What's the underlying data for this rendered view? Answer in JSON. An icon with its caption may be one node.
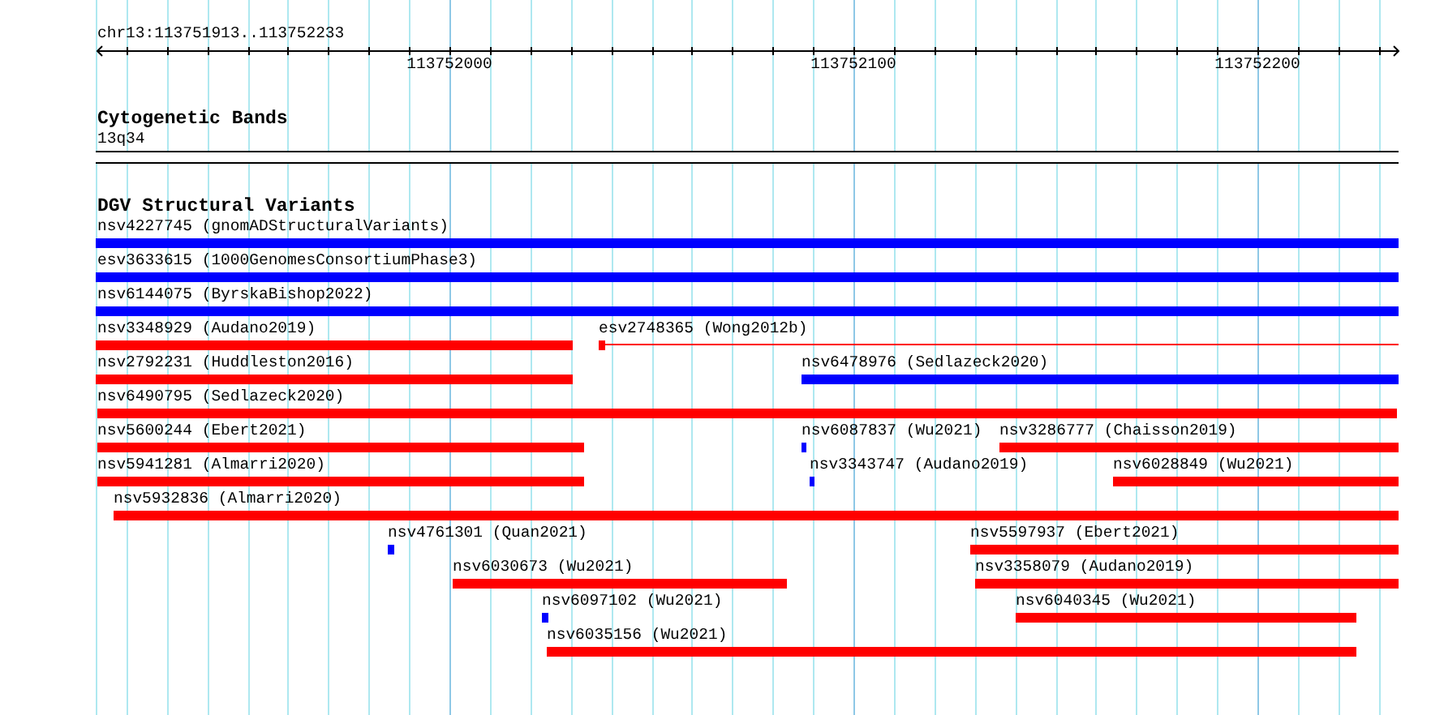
{
  "diagram": {
    "nodes": [
      {
        "text": [
          "13q34"
        ]
      },
      {
        "text": [
          "nsv4227745 (gnomADStructuralVariants)"
        ]
      },
      {
        "text": [
          "esv3633615 (1000GenomesConsortiumPhase3)"
        ]
      },
      {
        "text": [
          "nsv6144075 (ByrskaBishop2022)"
        ]
      },
      {
        "text": [
          "nsv3348929 (Audano2019)"
        ]
      },
      {
        "text": [
          "esv2748365 (Wong2012b)"
        ]
      },
      {
        "text": [
          "nsv2792231 (Huddleston2016)"
        ]
      },
      {
        "text": [
          "nsv6478976 (Sedlazeck2020)"
        ]
      },
      {
        "text": [
          "nsv6490795 (Sedlazeck2020)"
        ]
      },
      {
        "text": [
          "nsv5600244 (Ebert2021)"
        ]
      },
      {
        "text": [
          "nsv6087837 (Wu2021)"
        ]
      },
      {
        "text": [
          "nsv3286777 (Chaisson2019)"
        ]
      },
      {
        "text": [
          "nsv5941281 (Almarri2020)"
        ]
      },
      {
        "text": [
          "nsv3343747 (Audano2019)"
        ]
      },
      {
        "text": [
          "nsv6028849 (Wu2021)"
        ]
      },
      {
        "text": [
          "nsv5932836 (Almarri2020)"
        ]
      },
      {
        "text": [
          "nsv4761301 (Quan2021)"
        ]
      },
      {
        "text": [
          "nsv5597937 (Ebert2021)"
        ]
      },
      {
        "text": [
          "nsv6030673 (Wu2021)"
        ]
      },
      {
        "text": [
          "nsv3358079 (Audano2019)"
        ]
      },
      {
        "text": [
          "nsv6097102 (Wu2021)"
        ]
      },
      {
        "text": [
          "nsv6040345 (Wu2021)"
        ]
      },
      {
        "text": [
          "nsv6035156 (Wu2021)"
        ]
      }
    ],
    "labels": [
      "chr13:113751913..113752233",
      "113752000",
      "113752100",
      "113752200",
      "Cytogenetic Bands",
      "DGV Structural Variants"
    ]
  }
}
